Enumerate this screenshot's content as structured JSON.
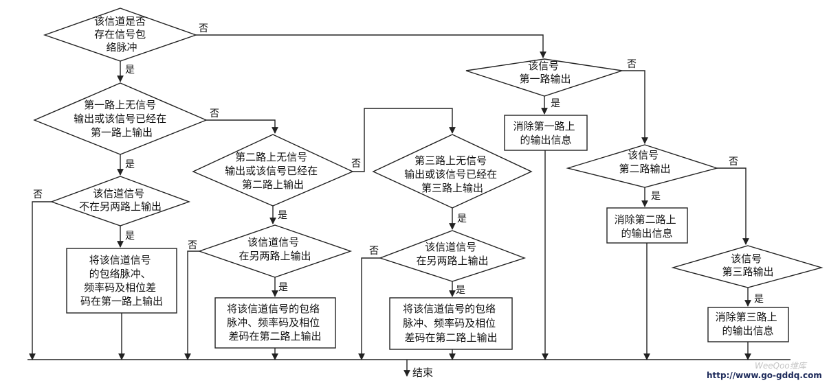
{
  "nodes": {
    "d_exists": {
      "lines": [
        "该信道是否",
        "存在信号包",
        "络脉冲"
      ]
    },
    "d_ch1_free": {
      "lines": [
        "第一路上无信号",
        "输出或该信号已经在",
        "第一路上输出"
      ]
    },
    "d_not_other1": {
      "lines": [
        "该信道信号",
        "不在另两路上输出"
      ]
    },
    "p_output1": {
      "lines": [
        "将该信道信号",
        "的包络脉冲、",
        "频率码及相位差",
        "码在第一路上输出"
      ]
    },
    "d_ch2_free": {
      "lines": [
        "第二路上无信号",
        "输出或该信号已经在",
        "第二路上输出"
      ]
    },
    "d_not_other2": {
      "lines": [
        "该信道信号",
        "在另两路上输出"
      ]
    },
    "p_output2": {
      "lines": [
        "将该信道信号的包络",
        "脉冲、频率码及相位",
        "差码在第二路上输出"
      ]
    },
    "d_ch3_free": {
      "lines": [
        "第三路上无信号",
        "输出或该信号已经在",
        "第三路上输出"
      ]
    },
    "d_not_other3": {
      "lines": [
        "该信道信号",
        "在另两路上输出"
      ]
    },
    "p_output3": {
      "lines": [
        "将该信道信号的包络",
        "脉冲、频率码及相位",
        "差码在第二路上输出"
      ]
    },
    "d_sig_ch1": {
      "lines": [
        "该信号",
        "第一路输出"
      ]
    },
    "p_clear1": {
      "lines": [
        "消除第一路上",
        "的输出信息"
      ]
    },
    "d_sig_ch2": {
      "lines": [
        "该信号",
        "第二路输出"
      ]
    },
    "p_clear2": {
      "lines": [
        "消除第二路上",
        "的输出信息"
      ]
    },
    "d_sig_ch3": {
      "lines": [
        "该信号",
        "第三路输出"
      ]
    },
    "p_clear3": {
      "lines": [
        "消除第三路上",
        "的输出信息"
      ]
    }
  },
  "edge_labels": {
    "yes": "是",
    "no": "否"
  },
  "end_label": "结束",
  "watermark": {
    "url": "http://www.go-gddq.com",
    "brand": "WeeQoo维库"
  }
}
